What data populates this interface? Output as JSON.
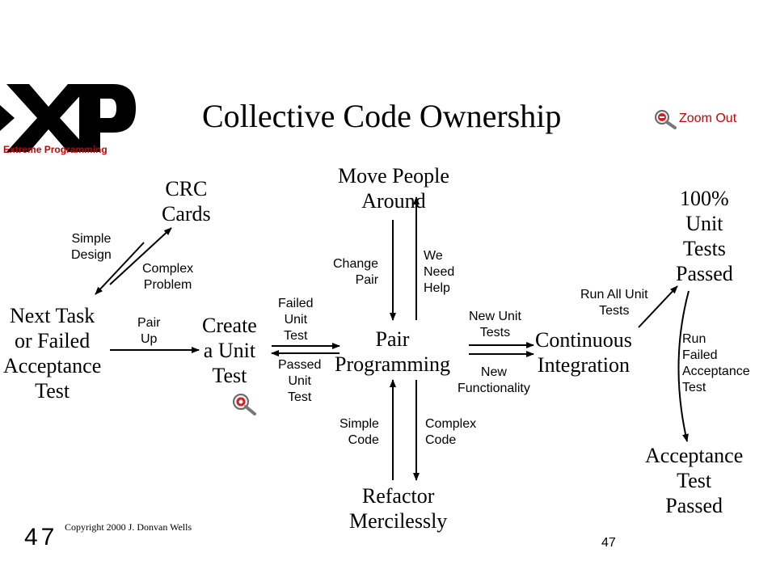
{
  "header": {
    "title": "Collective Code Ownership",
    "logo_text": "Extreme Programming",
    "zoom_out_label": "Zoom Out"
  },
  "nodes": {
    "crc_cards": "CRC\nCards",
    "next_task": "Next Task\nor Failed\nAcceptance\nTest",
    "create_unit_test": "Create\na Unit\nTest",
    "move_people": "Move People\nAround",
    "pair_programming": "Pair\nProgramming",
    "refactor": "Refactor\nMercilessly",
    "continuous_integration": "Continuous\nIntegration",
    "unit_tests_passed": "100%\nUnit\nTests\nPassed",
    "acceptance_passed": "Acceptance\nTest\nPassed"
  },
  "edge_labels": {
    "simple_design": "Simple\nDesign",
    "complex_problem": "Complex\nProblem",
    "pair_up": "Pair\nUp",
    "failed_unit_test": "Failed\nUnit\nTest",
    "passed_unit_test": "Passed\nUnit\nTest",
    "change_pair": "Change\nPair",
    "we_need_help": "We\nNeed\nHelp",
    "simple_code": "Simple\nCode",
    "complex_code": "Complex\nCode",
    "new_unit_tests": "New Unit\nTests",
    "new_functionality": "New\nFunctionality",
    "run_all_unit_tests": "Run All Unit\nTests",
    "run_failed_acceptance": "Run\nFailed\nAcceptance\nTest"
  },
  "footer": {
    "copyright": "Copyright 2000 J. Donvan Wells",
    "slide_number_left": "47",
    "slide_number_right": "47"
  },
  "icons": {
    "zoom_out": "magnifier-minus-icon",
    "zoom_small": "magnifier-icon"
  },
  "colors": {
    "logo": "#000000",
    "logo_text": "#cc0000",
    "zoom_out_label": "#cc0000"
  }
}
